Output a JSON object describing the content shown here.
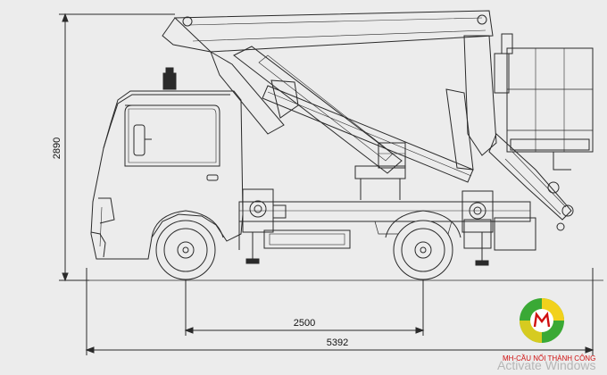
{
  "dimensions": {
    "height": "2890",
    "wheelbase": "2500",
    "overall_length": "5392"
  },
  "logo": {
    "caption": "MH-CẦU NỐI THÀNH CÔNG",
    "icon": "mh-logo-icon",
    "colors": {
      "green": "#3aa935",
      "yellow": "#f2d11c",
      "red": "#d01010"
    }
  },
  "watermark": {
    "text": "Activate Windows"
  },
  "colors": {
    "line": "#2a2a2a",
    "background": "#ececec"
  }
}
